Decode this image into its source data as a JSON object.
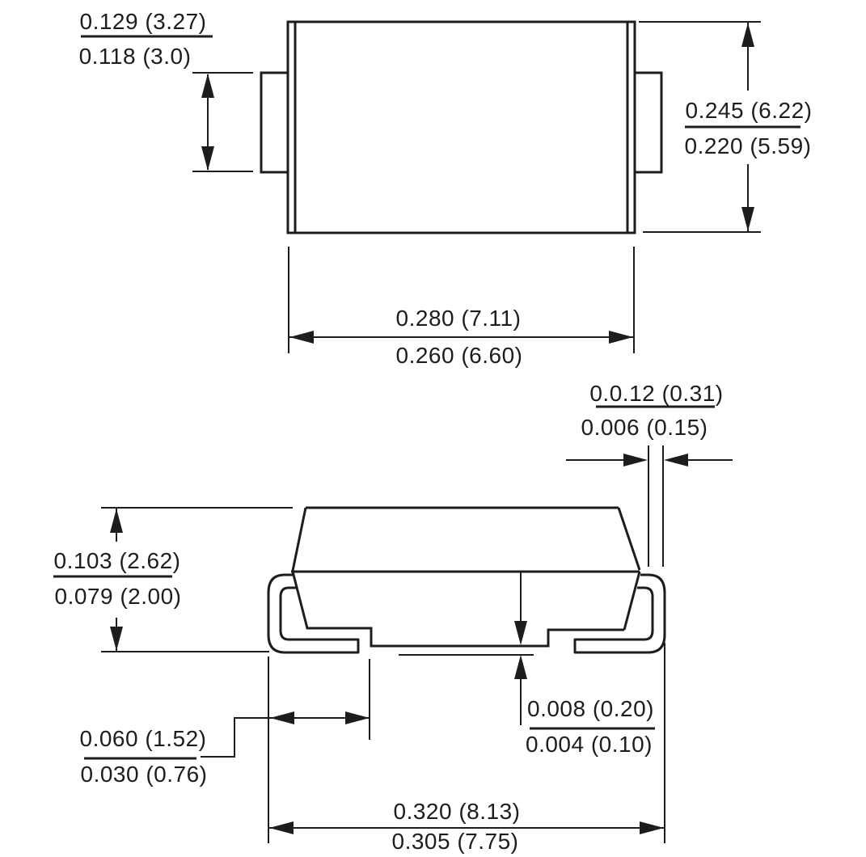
{
  "drawing": {
    "kind": "package-outline-dimensional-drawing",
    "units": "inches (mm)",
    "colors": {
      "line": "#1d1d1b",
      "background": "#ffffff"
    },
    "dims": {
      "tab_width": {
        "max": "0.129 (3.27)",
        "min": "0.118 (3.0)"
      },
      "body_width": {
        "max": "0.245 (6.22)",
        "min": "0.220 (5.59)"
      },
      "body_length": {
        "max": "0.280 (7.11)",
        "min": "0.260 (6.60)"
      },
      "lead_thickness": {
        "max": "0.0.12 (0.31)",
        "min": "0.006 (0.15)"
      },
      "height": {
        "max": "0.103 (2.62)",
        "min": "0.079 (2.00)"
      },
      "foot_length": {
        "max": "0.060 (1.52)",
        "min": "0.030 (0.76)"
      },
      "standoff": {
        "max": "0.008 (0.20)",
        "min": "0.004 (0.10)"
      },
      "overall_length": {
        "max": "0.320 (8.13)",
        "min": "0.305 (7.75)"
      }
    }
  }
}
